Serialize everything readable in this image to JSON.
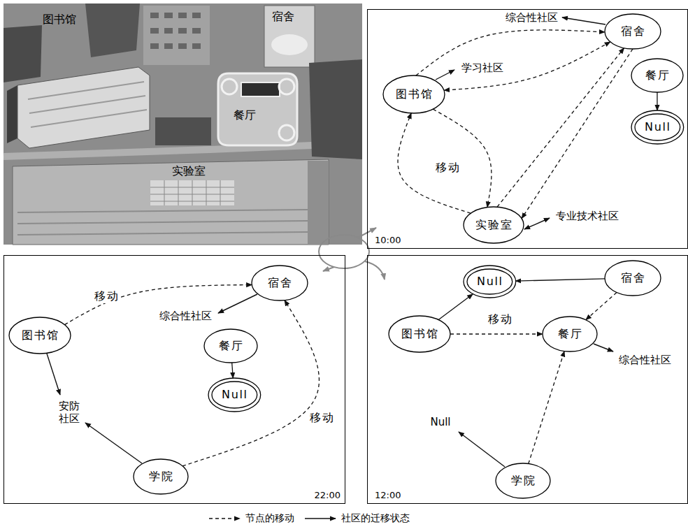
{
  "diagram": {
    "nodes": [
      {
        "text": [
          "10:00"
        ]
      },
      {
        "text": [
          "宿舍"
        ],
        "in": 0
      },
      {
        "text": [
          "图书馆"
        ],
        "in": 0
      },
      {
        "text": [
          "餐厅"
        ],
        "in": 0
      },
      {
        "text": [
          "Null"
        ],
        "in": 0
      },
      {
        "text": [
          "实验室"
        ],
        "in": 0
      },
      {
        "text": [
          "22:00"
        ]
      },
      {
        "text": [
          "宿舍"
        ],
        "in": 6
      },
      {
        "text": [
          "图书馆"
        ],
        "in": 6
      },
      {
        "text": [
          "餐厅"
        ],
        "in": 6
      },
      {
        "text": [
          "Null"
        ],
        "in": 6
      },
      {
        "text": [
          "学院"
        ],
        "in": 6
      },
      {
        "text": [
          "12:00"
        ]
      },
      {
        "text": [
          "Null"
        ],
        "in": 12
      },
      {
        "text": [
          "宿舍"
        ],
        "in": 12
      },
      {
        "text": [
          "图书馆"
        ],
        "in": 12
      },
      {
        "text": [
          "餐厅"
        ],
        "in": 12
      },
      {
        "text": [
          "学院"
        ],
        "in": 12
      }
    ],
    "edges": [
      {
        "from": 2,
        "to": 1,
        "arrow": "to"
      },
      {
        "from": 1,
        "to": 2,
        "arrow": "both"
      },
      {
        "from": 2,
        "to": 5,
        "arrow": "to",
        "label": "移动"
      },
      {
        "from": 5,
        "to": 2,
        "arrow": "to"
      },
      {
        "from": 5,
        "to": 1,
        "arrow": "to"
      },
      {
        "from": 1,
        "to": 5,
        "arrow": "to"
      },
      {
        "from": 3,
        "to": 4,
        "arrow": "to"
      },
      {
        "from": 8,
        "to": 7,
        "arrow": "to",
        "label": "移动"
      },
      {
        "from": 11,
        "to": 7,
        "arrow": "to",
        "label": "移动"
      },
      {
        "from": 9,
        "to": 10,
        "arrow": "to"
      },
      {
        "from": 14,
        "to": 13,
        "arrow": "to"
      },
      {
        "from": 15,
        "to": 13,
        "arrow": "to"
      },
      {
        "from": 15,
        "to": 16,
        "arrow": "to",
        "label": "移动"
      },
      {
        "from": 14,
        "to": 16,
        "arrow": "to"
      },
      {
        "from": 17,
        "to": 16,
        "arrow": "to"
      }
    ],
    "labels": [
      "图书馆",
      "宿舍",
      "餐厅",
      "实验室",
      "综合性社区",
      "学习社区",
      "专业技术社区",
      "综合性社区",
      "安防 社区",
      "综合性社区",
      "Null"
    ],
    "legend": [
      {
        "text": "节点的移动"
      },
      {
        "text": "社区的迁移状态"
      }
    ]
  }
}
